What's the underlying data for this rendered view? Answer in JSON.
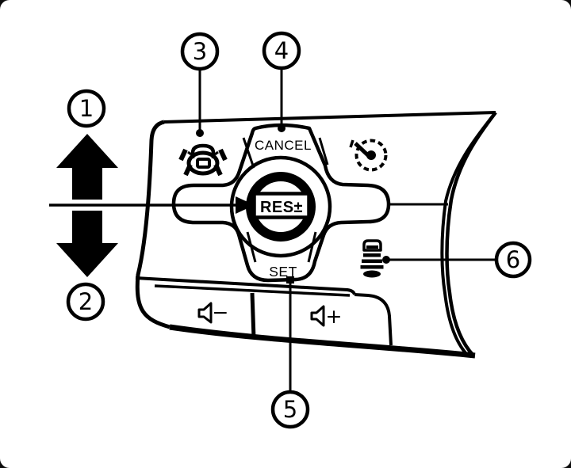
{
  "diagram": {
    "kind": "steering-wheel-cruise-control-switch-diagram",
    "background_color": "#ffffff",
    "line_color": "#000000",
    "buttons": {
      "cancel_label": "CANCEL",
      "set_label": "SET",
      "resume_label": "RES±",
      "volume_down_label": "−",
      "volume_up_label": "+"
    },
    "icons": {
      "lane_assist": "lane-assist-icon",
      "speed_limiter": "speed-limiter-gauge-icon",
      "following_distance": "following-distance-icon",
      "volume_down_speaker": "speaker-icon",
      "volume_up_speaker": "speaker-icon",
      "up_arrow": "up-arrow",
      "down_arrow": "down-arrow",
      "pointer": "res-pointer-arrow"
    },
    "callouts": [
      {
        "number": "1",
        "target": "up-arrow"
      },
      {
        "number": "2",
        "target": "down-arrow"
      },
      {
        "number": "3",
        "target": "lane-assist-button"
      },
      {
        "number": "4",
        "target": "cancel-button"
      },
      {
        "number": "5",
        "target": "set-button"
      },
      {
        "number": "6",
        "target": "following-distance-button"
      }
    ]
  }
}
